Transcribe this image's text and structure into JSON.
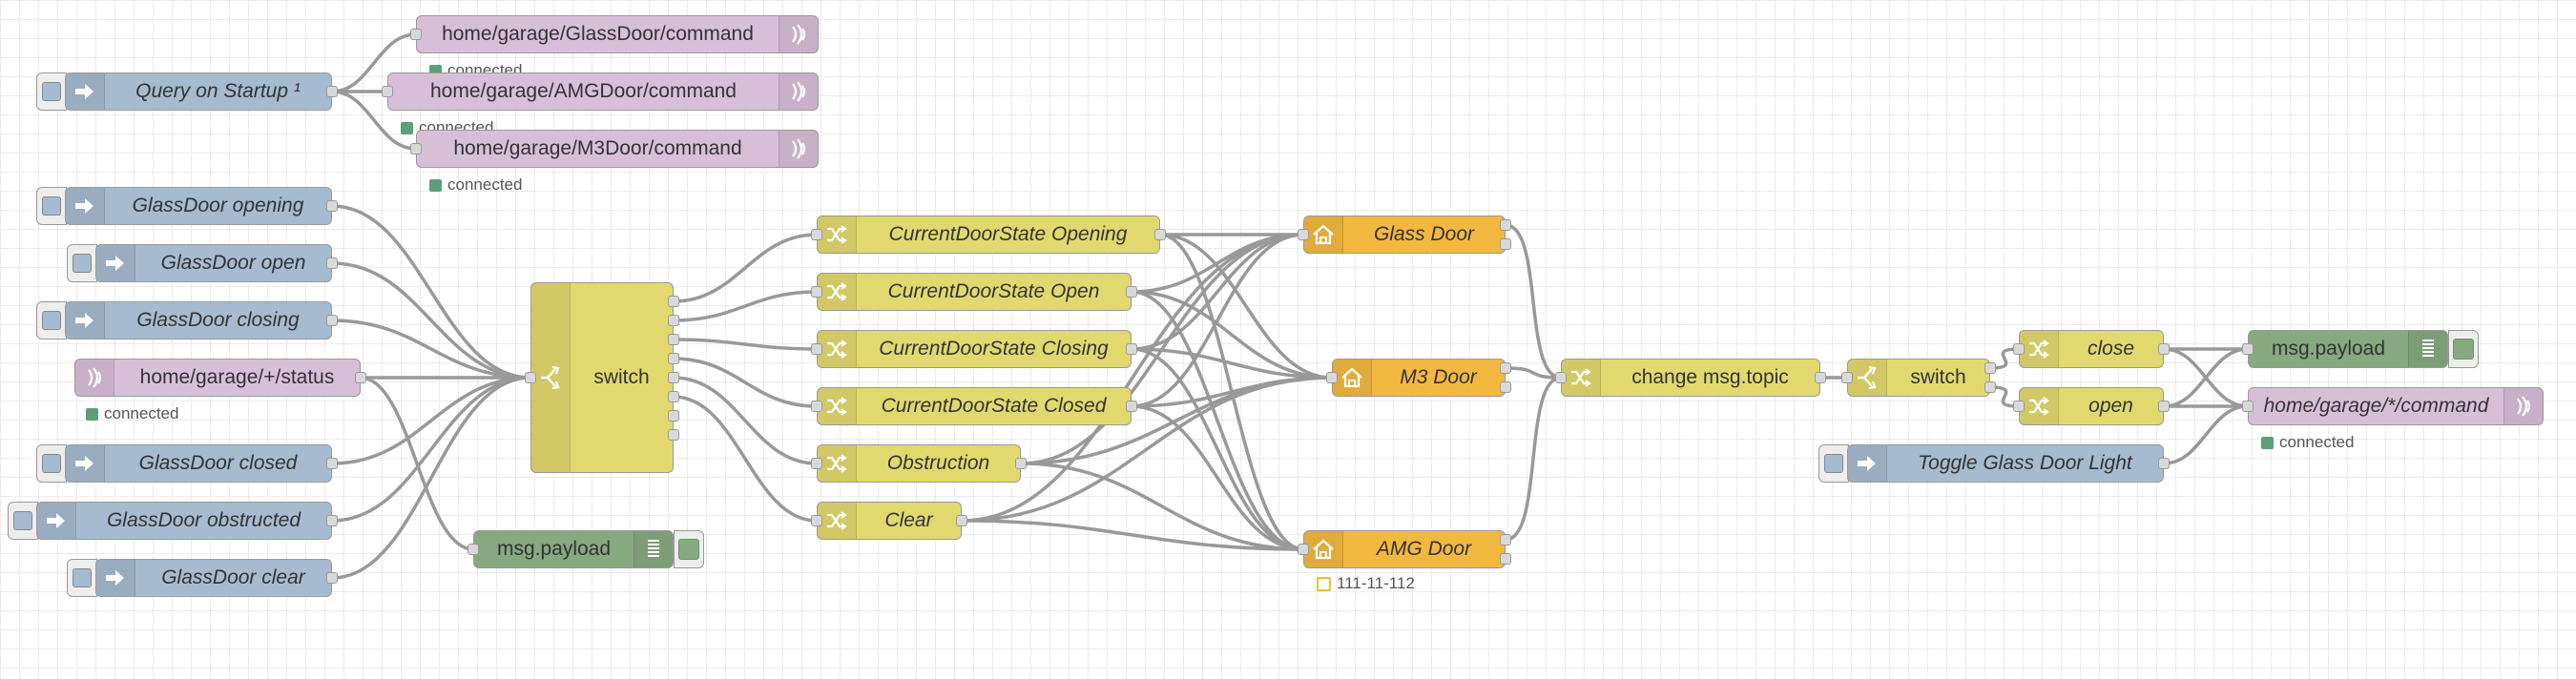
{
  "nodes": {
    "mqtt_glass_cmd": {
      "label": "home/garage/GlassDoor/command",
      "status": "connected"
    },
    "mqtt_amg_cmd": {
      "label": "home/garage/AMGDoor/command",
      "status": "connected"
    },
    "mqtt_m3_cmd": {
      "label": "home/garage/M3Door/command",
      "status": "connected"
    },
    "inject_query": {
      "label": "Query on Startup ¹"
    },
    "inject_glass_opening": {
      "label": "GlassDoor opening"
    },
    "inject_glass_open": {
      "label": "GlassDoor open"
    },
    "inject_glass_closing": {
      "label": "GlassDoor closing"
    },
    "mqtt_status_in": {
      "label": "home/garage/+/status",
      "status": "connected"
    },
    "inject_glass_closed": {
      "label": "GlassDoor closed"
    },
    "inject_glass_obstructed": {
      "label": "GlassDoor obstructed"
    },
    "inject_glass_clear": {
      "label": "GlassDoor clear"
    },
    "switch_main": {
      "label": "switch"
    },
    "debug_payload_1": {
      "label": "msg.payload"
    },
    "change_opening": {
      "label": "CurrentDoorState Opening"
    },
    "change_open": {
      "label": "CurrentDoorState Open"
    },
    "change_closing": {
      "label": "CurrentDoorState Closing"
    },
    "change_closed": {
      "label": "CurrentDoorState Closed"
    },
    "change_obstruction": {
      "label": "Obstruction"
    },
    "change_clear": {
      "label": "Clear"
    },
    "home_glass": {
      "label": "Glass Door"
    },
    "home_m3": {
      "label": "M3 Door"
    },
    "home_amg": {
      "label": "AMG Door",
      "status": "111-11-112"
    },
    "change_topic": {
      "label": "change msg.topic"
    },
    "switch_2": {
      "label": "switch"
    },
    "change_close": {
      "label": "close"
    },
    "change_open2": {
      "label": "open"
    },
    "debug_payload_2": {
      "label": "msg.payload"
    },
    "mqtt_cmd_out": {
      "label": "home/garage/*/command",
      "status": "connected"
    },
    "inject_toggle": {
      "label": "Toggle Glass Door Light"
    }
  },
  "colors": {
    "inject": "#a6bbcf",
    "mqtt": "#d8bfd8",
    "change": "#e2d96e",
    "homekit": "#f3b840",
    "debug": "#87a980",
    "status_connected": "#5a9f7a",
    "status_ring": "#f0c020",
    "wire": "#999999"
  },
  "icons": {
    "inject": "arrow-in-icon",
    "mqtt": "radio-wave-icon",
    "change": "shuffle-icon",
    "switch": "switch-icon",
    "homekit": "home-icon",
    "debug": "list-icon"
  }
}
